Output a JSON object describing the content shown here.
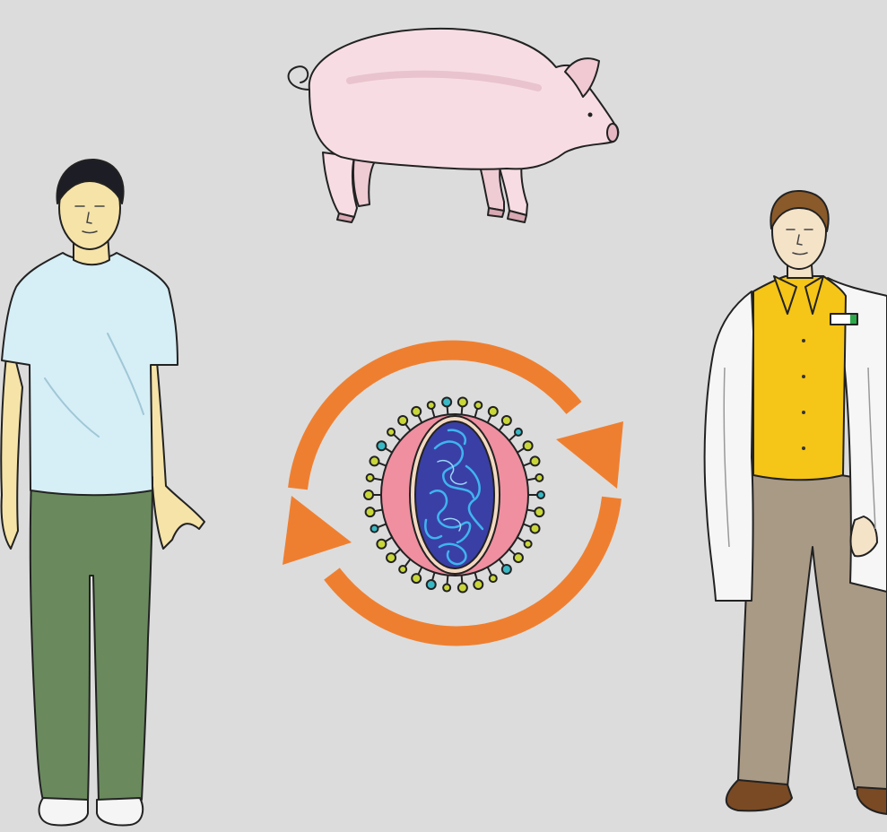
{
  "diagram": {
    "background_color": "#dcdcdc",
    "description_nodes": [
      {
        "id": "pig",
        "icon": "pig-icon"
      },
      {
        "id": "person",
        "icon": "person-tshirt-icon"
      },
      {
        "id": "doctor",
        "icon": "doctor-labcoat-icon"
      },
      {
        "id": "virus",
        "icon": "influenza-virus-icon"
      }
    ],
    "cycle": {
      "icon": "circular-arrows-icon",
      "arrow_color": "#ef7f30"
    },
    "colors": {
      "pig_skin": "#f7dde3",
      "tshirt": "#d6eef6",
      "trousers": "#6a8a5e",
      "labcoat": "#f6f6f6",
      "shirt": "#f5c517",
      "doctor_trousers": "#a99a86",
      "skin": "#f5e3a8",
      "virus_envelope": "#ef8fa0",
      "virus_core": "#3a3fa6",
      "virus_rna": "#3fb4ef",
      "spike_heads": "#c9d63a"
    }
  }
}
